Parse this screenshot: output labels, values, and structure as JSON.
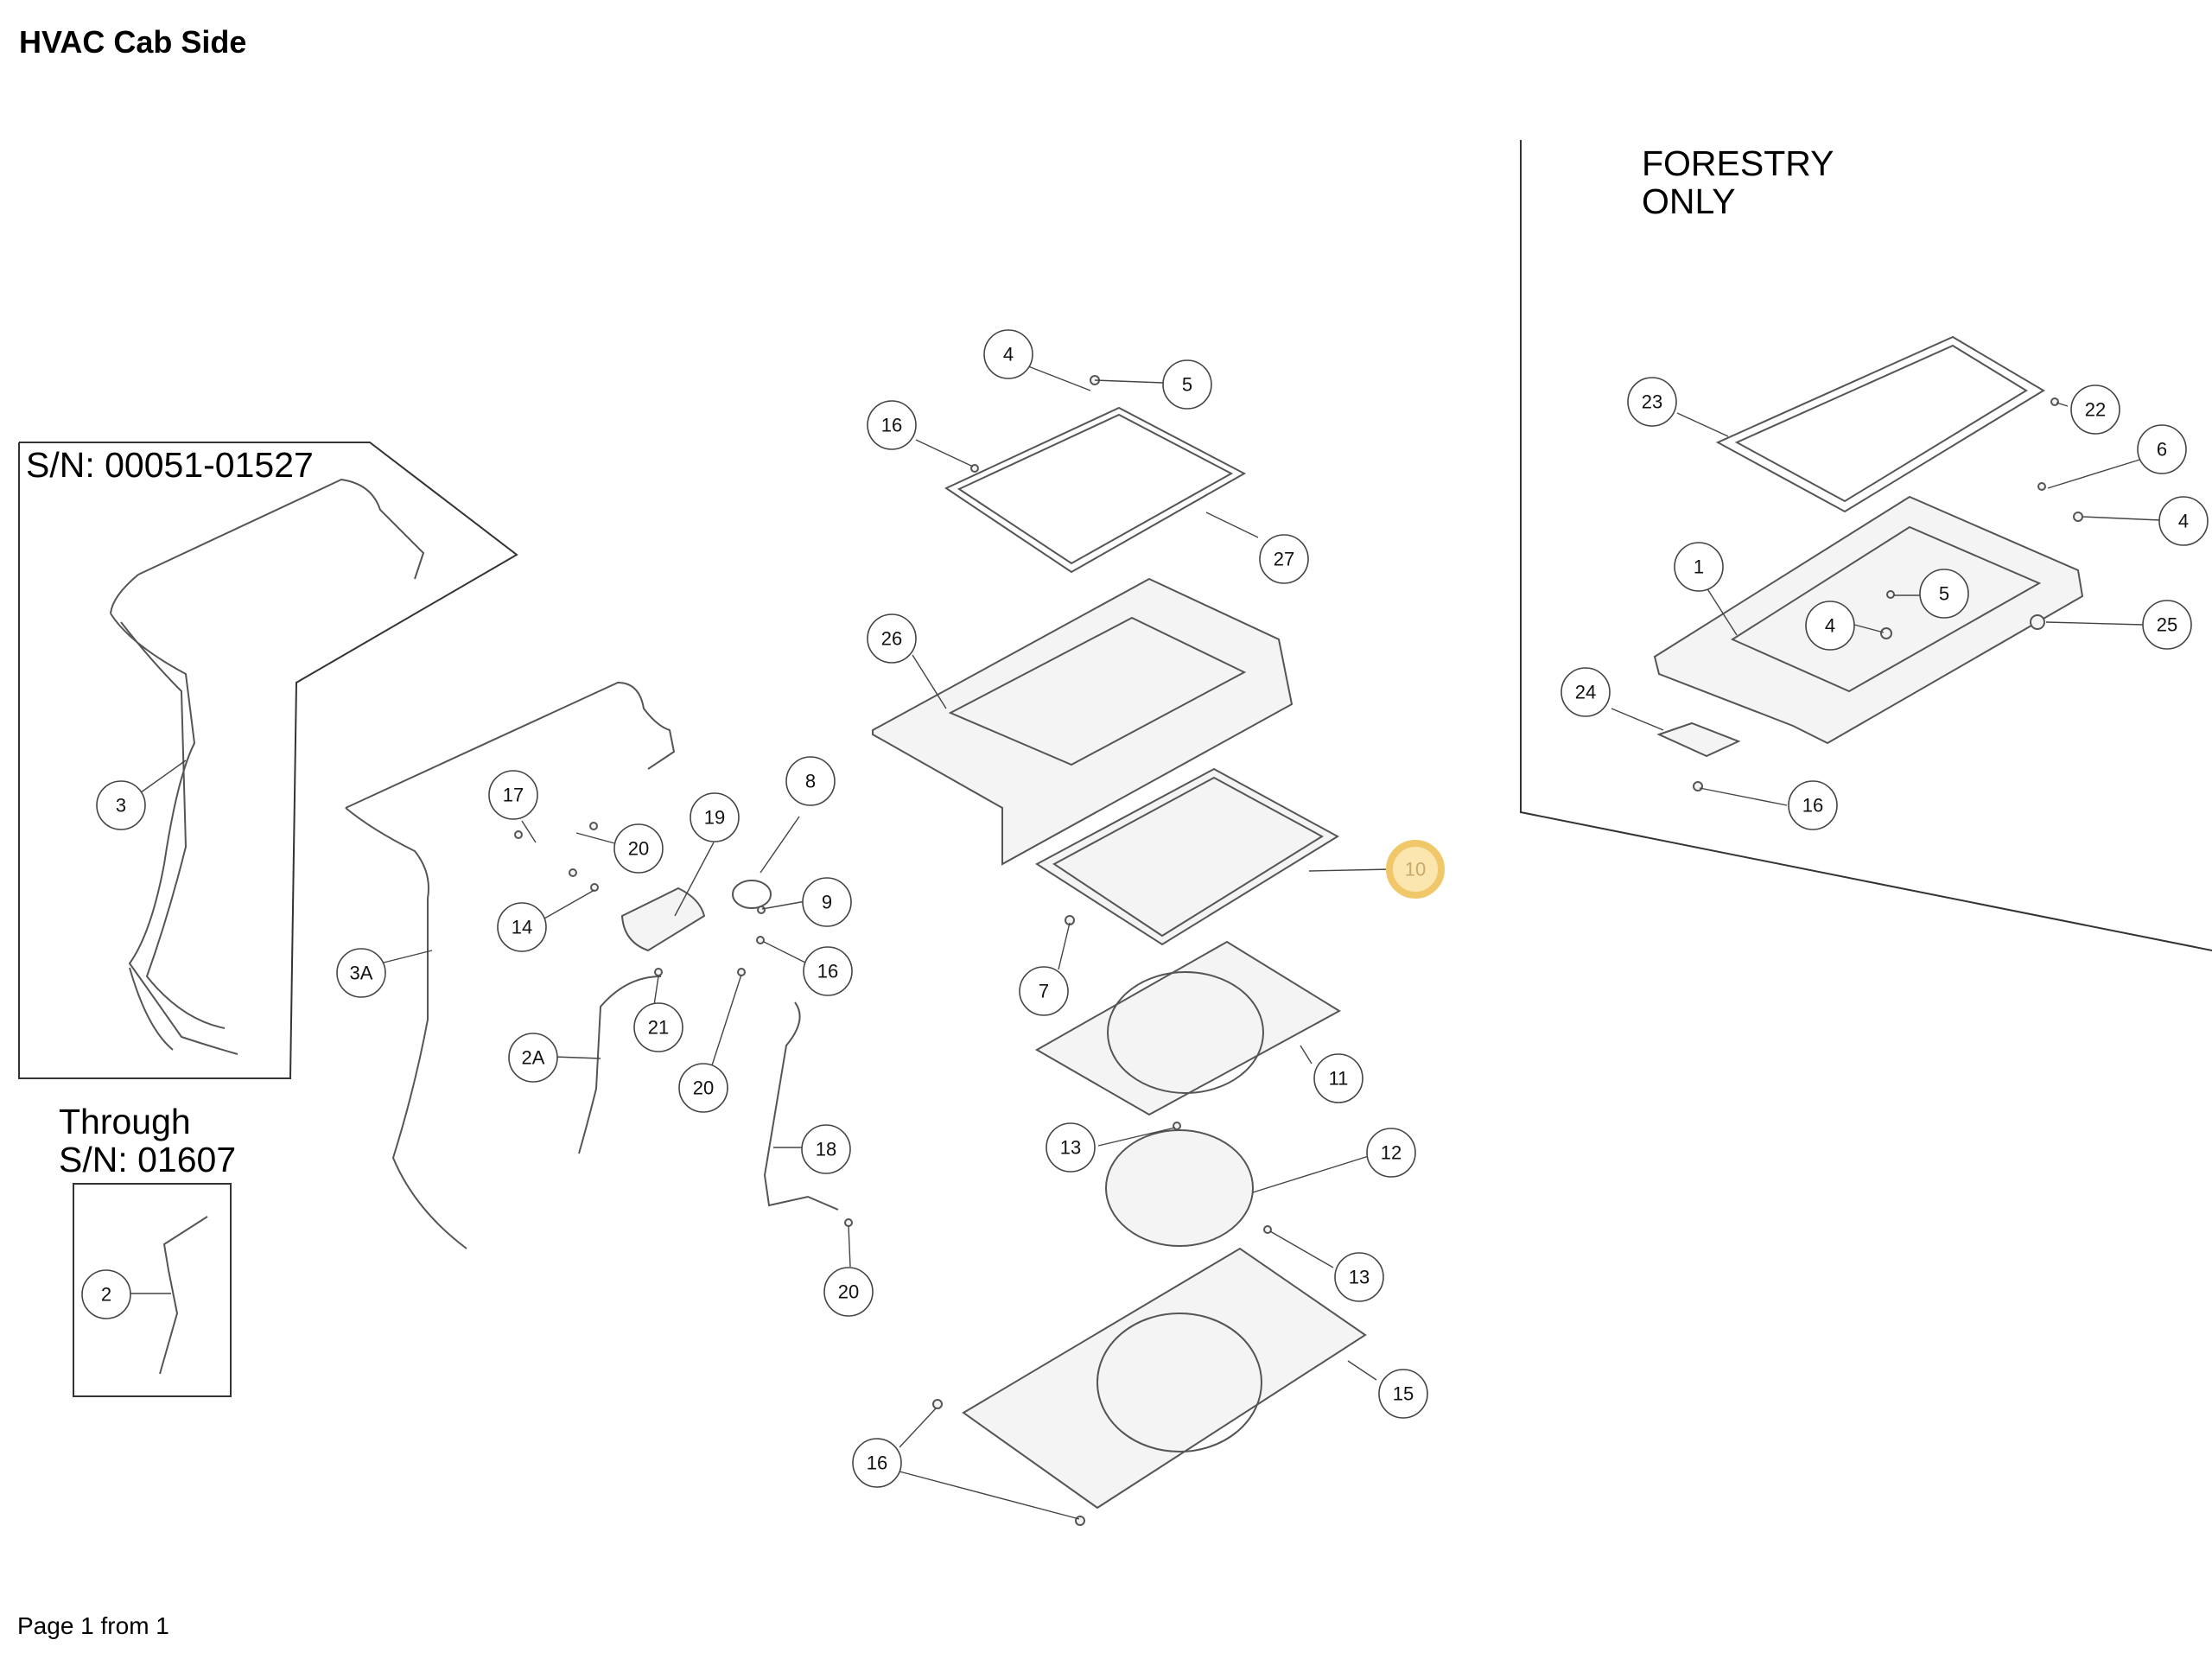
{
  "header": {
    "title": "HVAC Cab Side"
  },
  "footer": {
    "page_label": "Page 1 from 1"
  },
  "notes": {
    "serial_range": "S/N: 00051-01527",
    "through_line1": "Through",
    "through_line2": "S/N: 01607",
    "forestry_line1": "FORESTRY",
    "forestry_line2": "ONLY"
  },
  "callouts": [
    {
      "label": "4"
    },
    {
      "label": "5"
    },
    {
      "label": "16"
    },
    {
      "label": "27"
    },
    {
      "label": "26"
    },
    {
      "label": "3"
    },
    {
      "label": "17"
    },
    {
      "label": "20"
    },
    {
      "label": "19"
    },
    {
      "label": "8"
    },
    {
      "label": "9"
    },
    {
      "label": "14"
    },
    {
      "label": "16"
    },
    {
      "label": "3A"
    },
    {
      "label": "21"
    },
    {
      "label": "2A"
    },
    {
      "label": "20"
    },
    {
      "label": "18"
    },
    {
      "label": "20"
    },
    {
      "label": "2"
    },
    {
      "label": "10"
    },
    {
      "label": "7"
    },
    {
      "label": "11"
    },
    {
      "label": "13"
    },
    {
      "label": "12"
    },
    {
      "label": "13"
    },
    {
      "label": "15"
    },
    {
      "label": "16"
    },
    {
      "label": "23"
    },
    {
      "label": "22"
    },
    {
      "label": "6"
    },
    {
      "label": "4"
    },
    {
      "label": "1"
    },
    {
      "label": "5"
    },
    {
      "label": "4"
    },
    {
      "label": "25"
    },
    {
      "label": "24"
    },
    {
      "label": "16"
    }
  ],
  "highlight": {
    "callout_label": "10",
    "color": "#f0c86a"
  }
}
